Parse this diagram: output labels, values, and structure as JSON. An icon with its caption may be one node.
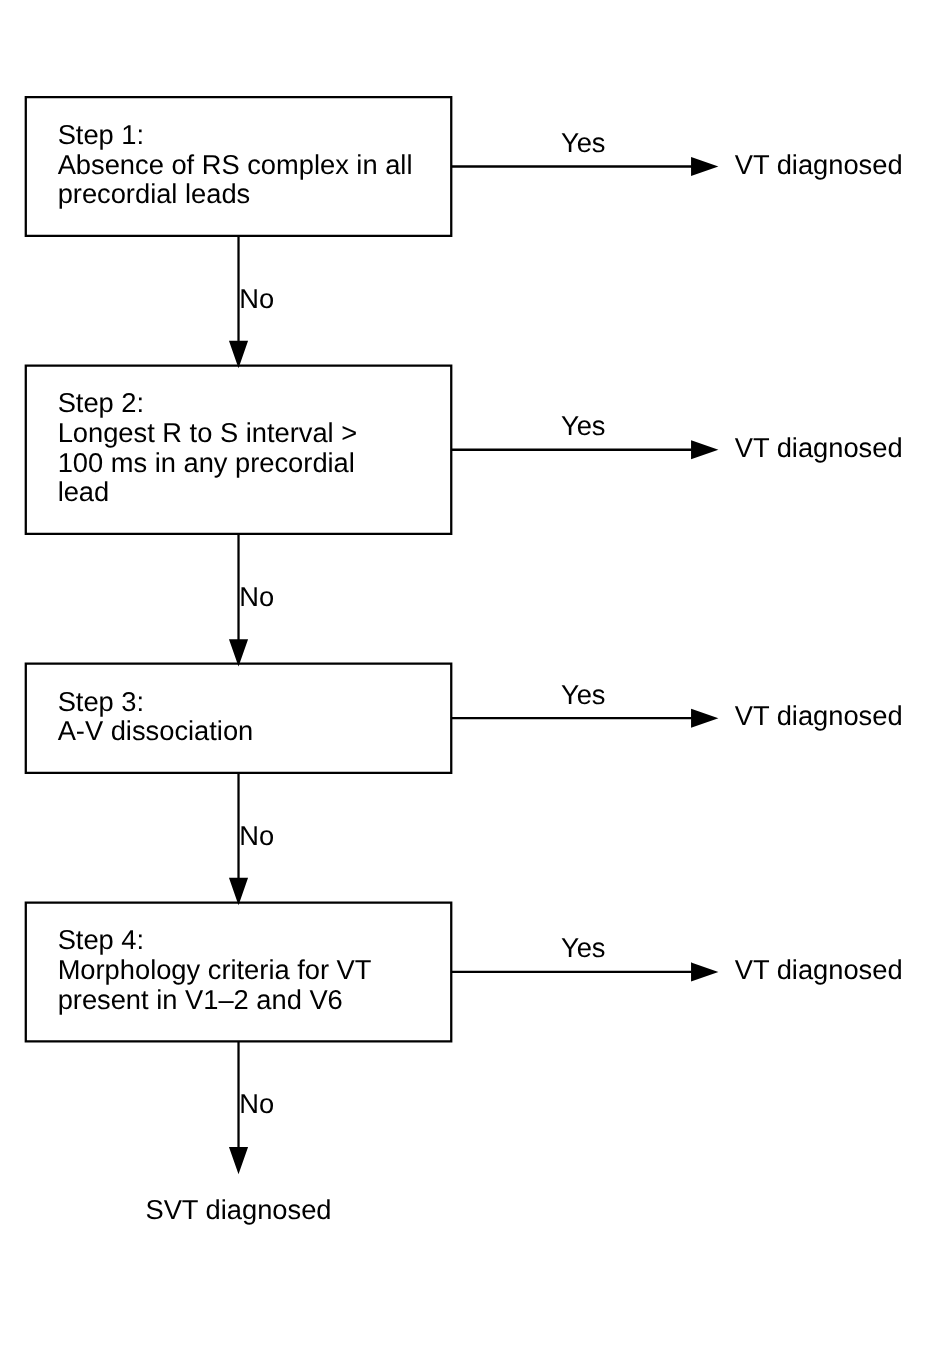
{
  "diagram": {
    "nodes": [
      {
        "text": [
          "Step 1:",
          "Absence of RS complex in all precordial leads"
        ]
      },
      {
        "text": [
          "VT diagnosed"
        ]
      },
      {
        "text": [
          "Step 2:",
          "Longest R to S interval > 100 ms in any precordial lead"
        ]
      },
      {
        "text": [
          "VT diagnosed"
        ]
      },
      {
        "text": [
          "Step 3:",
          "A-V dissociation"
        ]
      },
      {
        "text": [
          "VT diagnosed"
        ]
      },
      {
        "text": [
          "Step 4:",
          "Morphology criteria for VT present in V1–2 and V6"
        ]
      },
      {
        "text": [
          "VT diagnosed"
        ]
      },
      {
        "text": [
          "SVT diagnosed"
        ]
      }
    ],
    "edges": [
      {
        "from": 0,
        "to": 1,
        "arrow": "to",
        "label": "Yes"
      },
      {
        "from": 0,
        "to": 2,
        "arrow": "to",
        "label": "No"
      },
      {
        "from": 2,
        "to": 3,
        "arrow": "to",
        "label": "Yes"
      },
      {
        "from": 2,
        "to": 4,
        "arrow": "to",
        "label": "No"
      },
      {
        "from": 4,
        "to": 5,
        "arrow": "to",
        "label": "Yes"
      },
      {
        "from": 4,
        "to": 6,
        "arrow": "to",
        "label": "No"
      },
      {
        "from": 6,
        "to": 7,
        "arrow": "to",
        "label": "Yes"
      },
      {
        "from": 6,
        "to": 8,
        "arrow": "to",
        "label": "No"
      }
    ]
  }
}
